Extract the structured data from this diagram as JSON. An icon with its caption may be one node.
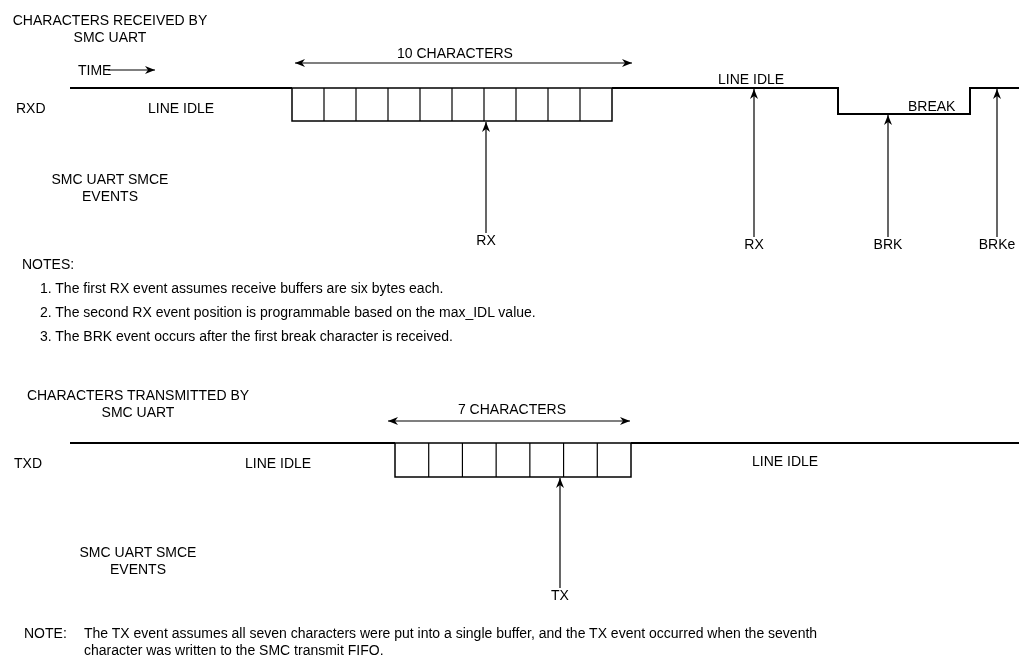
{
  "diagram": {
    "nodes": [
      {
        "text": [
          "RX"
        ]
      },
      {
        "text": [
          "RX"
        ]
      },
      {
        "text": [
          "BRK"
        ]
      },
      {
        "text": [
          "BRKe"
        ]
      },
      {
        "text": [
          "TX"
        ]
      },
      {
        "text": [],
        "shape": "line"
      },
      {
        "text": [],
        "shape": "line"
      }
    ],
    "edges": [
      {
        "from": 0,
        "to": 5,
        "arrow": "to"
      },
      {
        "from": 1,
        "to": 5,
        "arrow": "to"
      },
      {
        "from": 2,
        "to": 5,
        "arrow": "to"
      },
      {
        "from": 3,
        "to": 5,
        "arrow": "to"
      },
      {
        "from": 4,
        "to": 6,
        "arrow": "to"
      }
    ],
    "labels": [
      "CHARACTERS RECEIVED BY SMC UART",
      "10 CHARACTERS",
      "TIME",
      "LINE IDLE",
      "RXD",
      "LINE IDLE",
      "BREAK",
      "SMC UART SMCE EVENTS",
      "NOTES:",
      "1. The first RX event assumes receive buffers are six bytes each.",
      "2. The second RX event position is programmable based on the max_IDL value.",
      "3. The BRK event occurs after the first break character is received.",
      "CHARACTERS TRANSMITTED BY SMC UART",
      "7 CHARACTERS",
      "TXD",
      "LINE IDLE",
      "LINE IDLE",
      "SMC UART SMCE EVENTS",
      "NOTE:",
      "The TX event assumes all seven characters were put into a single buffer, and the TX event occurred when the seventh character was written to the SMC transmit FIFO."
    ]
  }
}
